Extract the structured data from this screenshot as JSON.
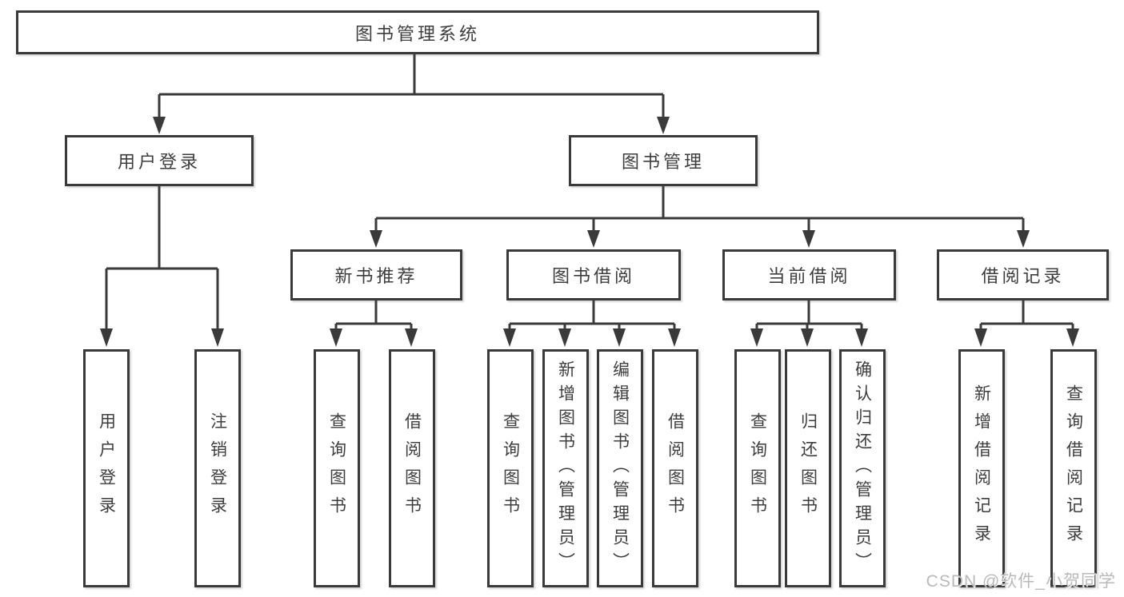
{
  "diagram": {
    "title": "图书管理系统",
    "root": {
      "label": "图书管理系统"
    },
    "level2": [
      {
        "label": "用户登录"
      },
      {
        "label": "图书管理"
      }
    ],
    "level3": [
      {
        "label": "新书推荐",
        "parent": "图书管理"
      },
      {
        "label": "图书借阅",
        "parent": "图书管理"
      },
      {
        "label": "当前借阅",
        "parent": "图书管理"
      },
      {
        "label": "借阅记录",
        "parent": "图书管理"
      }
    ],
    "leaves": [
      {
        "label": "用户登录",
        "parent": "用户登录"
      },
      {
        "label": "注销登录",
        "parent": "用户登录"
      },
      {
        "label": "查询图书",
        "parent": "新书推荐"
      },
      {
        "label": "借阅图书",
        "parent": "新书推荐"
      },
      {
        "label": "查询图书",
        "parent": "图书借阅"
      },
      {
        "label": "新增图书（管理员）",
        "parent": "图书借阅"
      },
      {
        "label": "编辑图书（管理员）",
        "parent": "图书借阅"
      },
      {
        "label": "借阅图书",
        "parent": "图书借阅"
      },
      {
        "label": "查询图书",
        "parent": "当前借阅"
      },
      {
        "label": "归还图书",
        "parent": "当前借阅"
      },
      {
        "label": "确认归还（管理员）",
        "parent": "当前借阅"
      },
      {
        "label": "新增借阅记录",
        "parent": "借阅记录"
      },
      {
        "label": "查询借阅记录",
        "parent": "借阅记录"
      }
    ]
  },
  "watermark": {
    "text": "CSDN @软件_小贺同学"
  },
  "colors": {
    "line": "#3a3a3a",
    "text": "#3d3d3d",
    "watermark": "#b9b9b9",
    "background": "#ffffff"
  }
}
